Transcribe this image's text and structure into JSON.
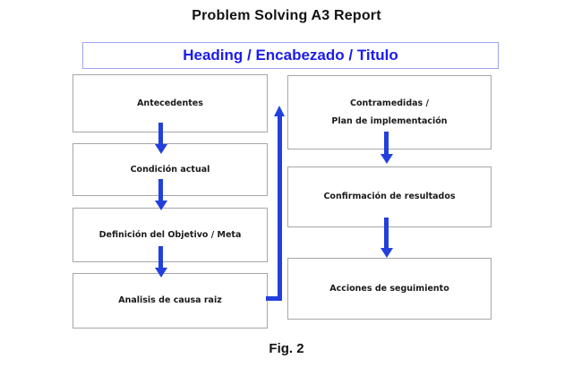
{
  "figure": {
    "title": "Problem Solving A3 Report",
    "caption": "Fig. 2"
  },
  "heading": {
    "label": "Heading / Encabezado / Titulo"
  },
  "flow": {
    "left_column": [
      {
        "label": "Antecedentes"
      },
      {
        "label": "Condición actual"
      },
      {
        "label": "Definición del Objetivo / Meta"
      },
      {
        "label": "Analisis de causa raiz"
      }
    ],
    "right_column": [
      {
        "lines": [
          "Contramedidas /",
          "Plan de implementación"
        ]
      },
      {
        "lines": [
          "Confirmación de resultados"
        ]
      },
      {
        "lines": [
          "Acciones de seguimiento"
        ]
      }
    ]
  },
  "colors": {
    "arrow_blue": "#2340dd",
    "heading_text": "#1b1bf0",
    "heading_border": "#9aa5ef",
    "box_border": "#a6a6a6",
    "text_dark": "#1a1a1a"
  }
}
